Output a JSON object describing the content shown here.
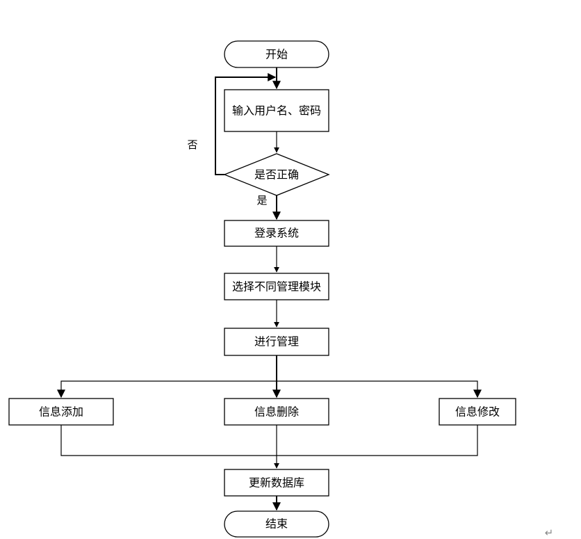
{
  "diagram": {
    "type": "flowchart",
    "nodes": {
      "start": "开始",
      "input": "输入用户名、密码",
      "check": "是否正确",
      "login": "登录系统",
      "select": "选择不同管理模块",
      "manage": "进行管理",
      "add": "信息添加",
      "delete": "信息删除",
      "modify": "信息修改",
      "update": "更新数据库",
      "end": "结束"
    },
    "edge_labels": {
      "no": "否",
      "yes": "是"
    },
    "edges": [
      [
        "start",
        "input"
      ],
      [
        "input",
        "check"
      ],
      [
        "check",
        "input",
        "否"
      ],
      [
        "check",
        "login",
        "是"
      ],
      [
        "login",
        "select"
      ],
      [
        "select",
        "manage"
      ],
      [
        "manage",
        "add"
      ],
      [
        "manage",
        "delete"
      ],
      [
        "manage",
        "modify"
      ],
      [
        "add",
        "update"
      ],
      [
        "delete",
        "update"
      ],
      [
        "modify",
        "update"
      ],
      [
        "update",
        "end"
      ]
    ],
    "page_mark": "↵"
  }
}
